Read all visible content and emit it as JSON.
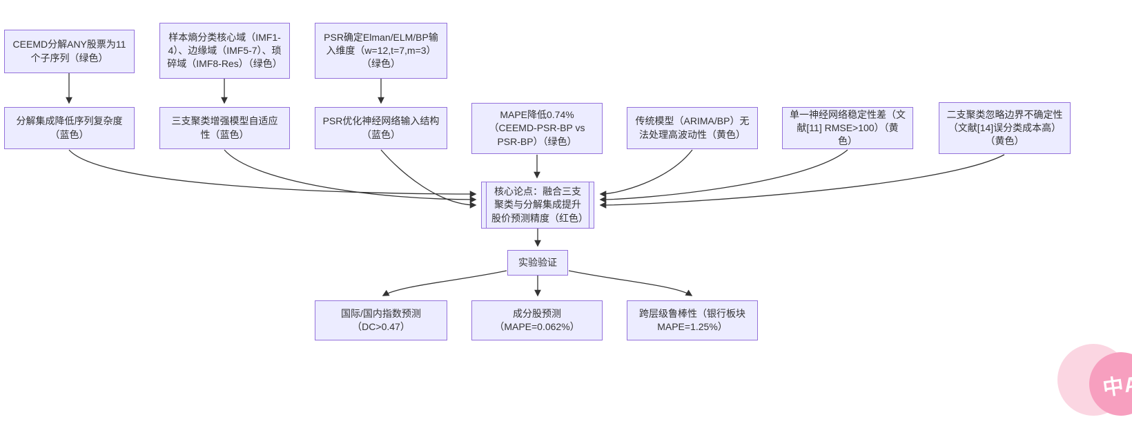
{
  "diagram": {
    "type": "flowchart",
    "nodes": {
      "ceemd": {
        "label": "CEEMD分解ANY股票为11个子序列（绿色）",
        "color_note": "绿色"
      },
      "entropy": {
        "label": "样本熵分类核心域（IMF1-4）、边缘域（IMF5-7）、琐碎域（IMF8-Res）（绿色）",
        "color_note": "绿色"
      },
      "psr_dim": {
        "label": "PSR确定Elman/ELM/BP输入维度（w=12,t=7,m=3）（绿色）",
        "color_note": "绿色"
      },
      "complexity": {
        "label": "分解集成降低序列复杂度（蓝色）",
        "color_note": "蓝色"
      },
      "threeway": {
        "label": "三支聚类增强模型自适应性（蓝色）",
        "color_note": "蓝色"
      },
      "psr_struct": {
        "label": "PSR优化神经网络输入结构（蓝色）",
        "color_note": "蓝色"
      },
      "mape": {
        "label": "MAPE降低0.74%（CEEMD-PSR-BP vs PSR-BP）（绿色）",
        "color_note": "绿色"
      },
      "traditional": {
        "label": "传统模型（ARIMA/BP）无法处理高波动性（黄色）",
        "color_note": "黄色"
      },
      "single_nn": {
        "label": "单一神经网络稳定性差（文献[11] RMSE>100）（黄色）",
        "color_note": "黄色"
      },
      "twoway": {
        "label": "二支聚类忽略边界不确定性（文献[14]误分类成本高）（黄色）",
        "color_note": "黄色"
      },
      "core": {
        "label": "核心论点：融合三支聚类与分解集成提升股价预测精度（红色）",
        "color_note": "红色"
      },
      "experiment": {
        "label": "实验验证"
      },
      "index_pred": {
        "label": "国际/国内指数预测（DC>0.47）"
      },
      "constituent_pred": {
        "label": "成分股预测（MAPE=0.062%）"
      },
      "robustness": {
        "label": "跨层级鲁棒性（银行板块 MAPE=1.25%）"
      }
    },
    "edges": [
      {
        "from": "ceemd",
        "to": "complexity"
      },
      {
        "from": "entropy",
        "to": "threeway"
      },
      {
        "from": "psr_dim",
        "to": "psr_struct"
      },
      {
        "from": "complexity",
        "to": "core"
      },
      {
        "from": "threeway",
        "to": "core"
      },
      {
        "from": "psr_struct",
        "to": "core"
      },
      {
        "from": "mape",
        "to": "core"
      },
      {
        "from": "traditional",
        "to": "core"
      },
      {
        "from": "single_nn",
        "to": "core"
      },
      {
        "from": "twoway",
        "to": "core"
      },
      {
        "from": "core",
        "to": "experiment"
      },
      {
        "from": "experiment",
        "to": "index_pred"
      },
      {
        "from": "experiment",
        "to": "constituent_pred"
      },
      {
        "from": "experiment",
        "to": "robustness"
      }
    ]
  },
  "badge": {
    "label": "中A"
  },
  "colors": {
    "node_fill": "#ECECFF",
    "node_border": "#9370DB",
    "arrow": "#333333",
    "text": "#333333",
    "badge_pink": "#F79FBF",
    "badge_light_pink": "#FBD6E2",
    "background": "#FFFFFF"
  }
}
